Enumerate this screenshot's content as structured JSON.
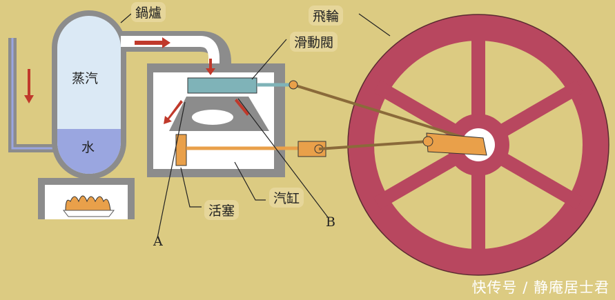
{
  "labels": {
    "boiler": "鍋爐",
    "flywheel": "飛輪",
    "slide_valve": "滑動閥",
    "steam": "蒸汽",
    "water": "水",
    "piston": "活塞",
    "cylinder": "汽缸",
    "a": "A",
    "b": "B"
  },
  "watermark": "快传号 / 静庵居士君",
  "colors": {
    "background": "#dccb82",
    "flywheel": "#b8475f",
    "metal": "#8c8c8c",
    "steam": "#dbe9f5",
    "water": "#9aa6e0",
    "piston": "#e9a04a",
    "arrow": "#c0392b",
    "valve": "#7fb3b8"
  }
}
